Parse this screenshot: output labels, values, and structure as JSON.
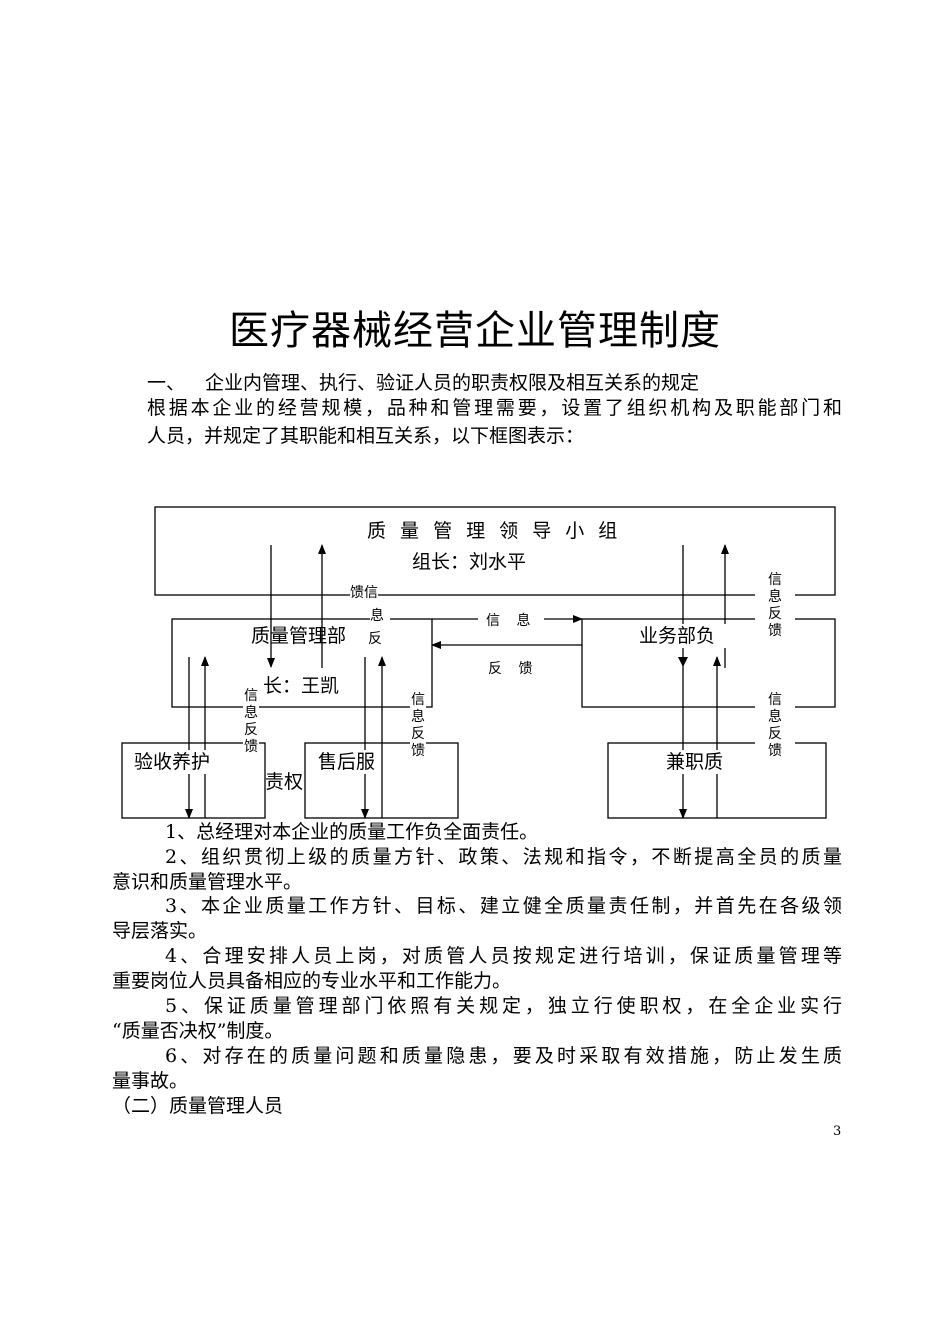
{
  "title": "医疗器械经营企业管理制度",
  "section1": {
    "number": "一、",
    "heading": "企业内管理、执行、验证人员的职责权限及相互关系的规定",
    "intro_lines": [
      "根据本企业的经营规模，品种和管理需要，设置了组织机构及职能部门和",
      "人员，并规定了其职能和相互关系，以下框图表示："
    ]
  },
  "diagram": {
    "top_box": {
      "title": "质 量 管 理 领 导 小 组",
      "leader": "组长：刘水平"
    },
    "quality_dept": {
      "title": "质量管理部",
      "leader": "长：王凯"
    },
    "business_dept": {
      "title": "业务部负"
    },
    "acceptance": {
      "title": "验收养护"
    },
    "after_sales": {
      "title": "售后服"
    },
    "part_time": {
      "title": "兼职质"
    },
    "overlap_text": "责权",
    "label_info": "信 息",
    "label_feedback": "反 馈",
    "label_feedback_vertical_top": "馈信",
    "label_xi": "息",
    "label_fan": "反",
    "label_info_feedback": [
      "信",
      "息",
      "反",
      "馈"
    ]
  },
  "body_lines": [
    "1、总经理对本企业的质量工作负全面责任。",
    "2、组织贯彻上级的质量方针、政策、法规和指令，不断提高全员的质量",
    "意识和质量管理水平。",
    "3、本企业质量工作方针、目标、建立健全质量责任制，并首先在各级领",
    "导层落实。",
    "4、合理安排人员上岗，对质管人员按规定进行培训，保证质量管理等",
    "重要岗位人员具备相应的专业水平和工作能力。",
    "5、保证质量管理部门依照有关规定，独立行使职权，在全企业实行",
    "“质量否决权”制度。",
    "6、对存在的质量问题和质量隐患，要及时采取有效措施，防止发生质",
    "量事故。",
    "（二）质量管理人员"
  ],
  "page_number": "3"
}
